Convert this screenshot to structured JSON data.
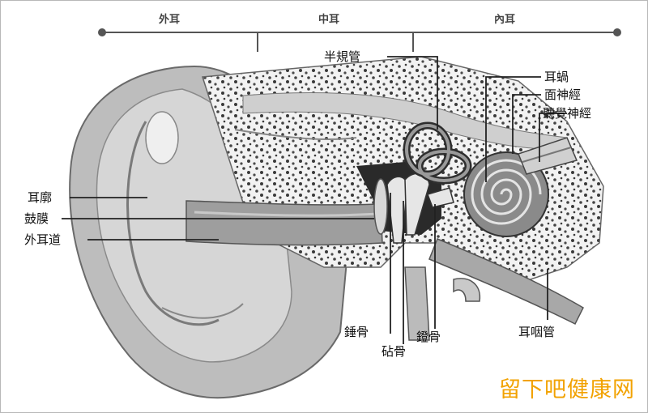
{
  "regions": {
    "outer": "外耳",
    "middle": "中耳",
    "inner": "內耳"
  },
  "labels": {
    "auricle": "耳廓",
    "eardrum": "鼓膜",
    "ear_canal": "外耳道",
    "semicircular": "半規管",
    "cochlea": "耳蝸",
    "facial_nerve": "面神經",
    "auditory_nerve": "聽覺神經",
    "malleus": "錘骨",
    "incus": "砧骨",
    "stapes": "鐙骨",
    "eustachian": "耳咽管"
  },
  "watermark": "留下吧健康网",
  "colors": {
    "watermark": "#f2a200",
    "bone": "#ececec",
    "tissue": "#b4b4b4",
    "line": "#222222"
  }
}
